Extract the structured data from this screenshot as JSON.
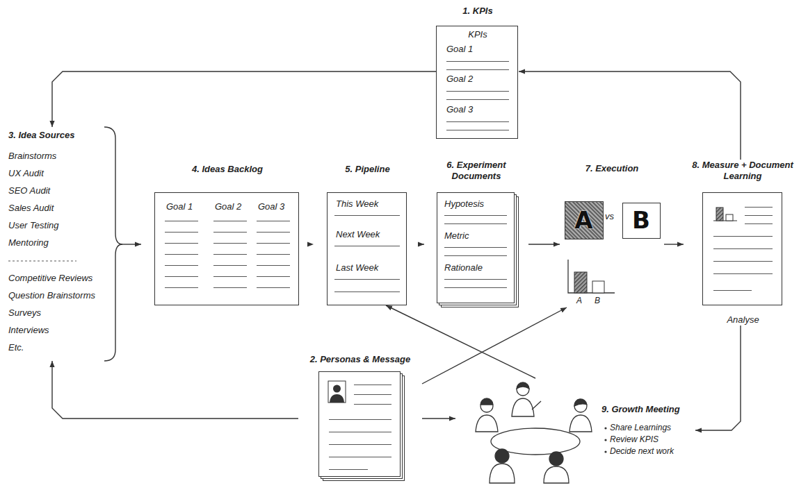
{
  "diagram": {
    "nodes": [
      {
        "text": [
          "1. KPIs",
          "KPIs",
          "Goal 1",
          "Goal 2",
          "Goal 3"
        ]
      },
      {
        "text": [
          "3. Idea Sources",
          "Brainstorms",
          "UX Audit",
          "SEO Audit",
          "Sales Audit",
          "User Testing",
          "Mentoring",
          "Competitive Reviews",
          "Question Brainstorms",
          "Surveys",
          "Interviews",
          "Etc."
        ]
      },
      {
        "text": [
          "4. Ideas Backlog",
          "Goal 1",
          "Goal 2",
          "Goal 3"
        ]
      },
      {
        "text": [
          "5. Pipeline",
          "This Week",
          "Next Week",
          "Last Week"
        ]
      },
      {
        "text": [
          "6. Experiment Documents",
          "Hypotesis",
          "Metric",
          "Rationale"
        ]
      },
      {
        "text": [
          "7. Execution"
        ]
      },
      {
        "text": [
          "A"
        ],
        "in": 5
      },
      {
        "text": [
          "B"
        ],
        "in": 5
      },
      {
        "text": [
          "8. Measure + Document Learning",
          "Analyse"
        ]
      },
      {
        "text": [
          "2. Personas & Message"
        ]
      },
      {
        "text": [
          "9. Growth Meeting",
          "Share Learnings",
          "Review KPIS",
          "Decide next work"
        ]
      }
    ],
    "edges": [
      {
        "from": 0,
        "to": 1,
        "arrow": "to"
      },
      {
        "from": 8,
        "to": 0,
        "arrow": "to"
      },
      {
        "from": 1,
        "to": 2,
        "arrow": "to"
      },
      {
        "from": 2,
        "to": 3,
        "arrow": "to"
      },
      {
        "from": 3,
        "to": 4,
        "arrow": "to"
      },
      {
        "from": 4,
        "to": 5,
        "arrow": "to"
      },
      {
        "from": 5,
        "to": 8,
        "arrow": "to"
      },
      {
        "from": 8,
        "to": 10,
        "arrow": "to"
      },
      {
        "from": 9,
        "to": 1,
        "arrow": "to"
      },
      {
        "from": 9,
        "to": 10,
        "arrow": "to"
      },
      {
        "from": 10,
        "to": 3,
        "arrow": "to"
      },
      {
        "from": 9,
        "to": 5,
        "arrow": "to"
      }
    ],
    "labels": [
      "vs",
      "A",
      "B"
    ]
  }
}
